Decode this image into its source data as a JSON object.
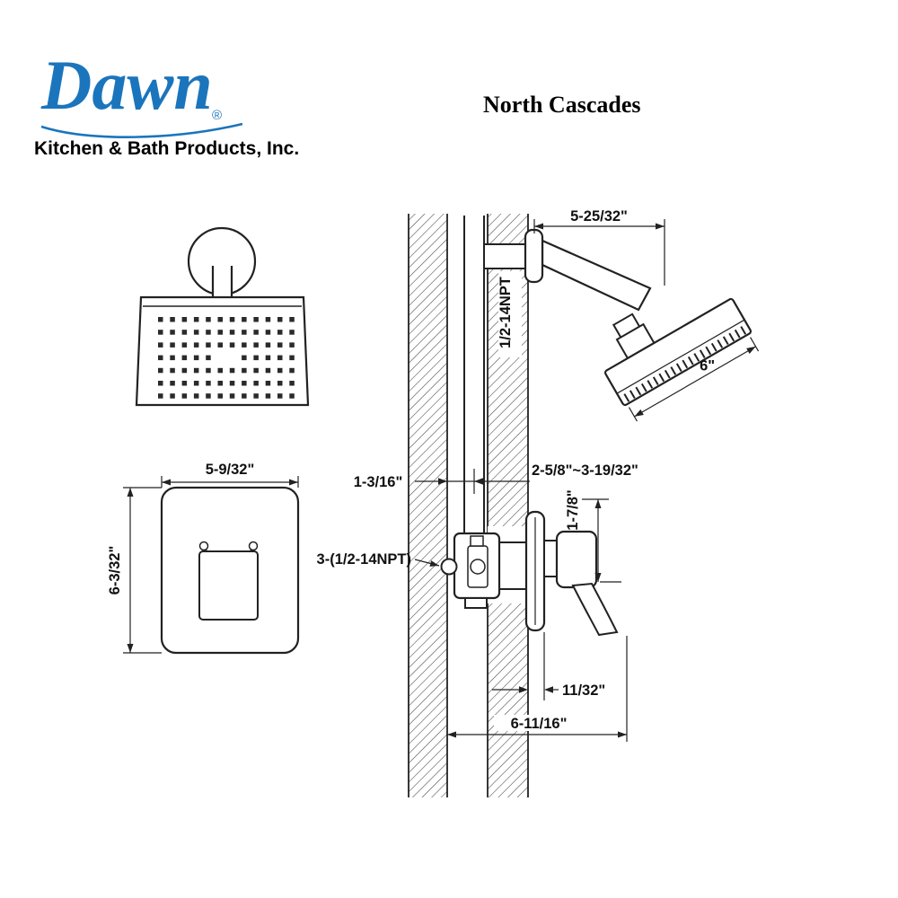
{
  "brand": {
    "name": "Dawn",
    "registered_mark": "®",
    "tagline": "Kitchen & Bath Products, Inc.",
    "logo_color": "#1b75bc"
  },
  "product": {
    "title": "North Cascades"
  },
  "dimensions": {
    "shower_arm_length": "5-25/32\"",
    "showerhead_width": "6\"",
    "arm_thread": "1/2-14NPT",
    "wall_to_pipe_center": "1-3/16\"",
    "valve_depth_range": "2-5/8\"~3-19/32\"",
    "valve_threads": "3-(1/2-14NPT)",
    "handle_height": "1-7/8\"",
    "plate_thickness": "11/32\"",
    "handle_projection": "6-11/16\"",
    "trim_plate_width": "5-9/32\"",
    "trim_plate_height": "6-3/32\""
  }
}
